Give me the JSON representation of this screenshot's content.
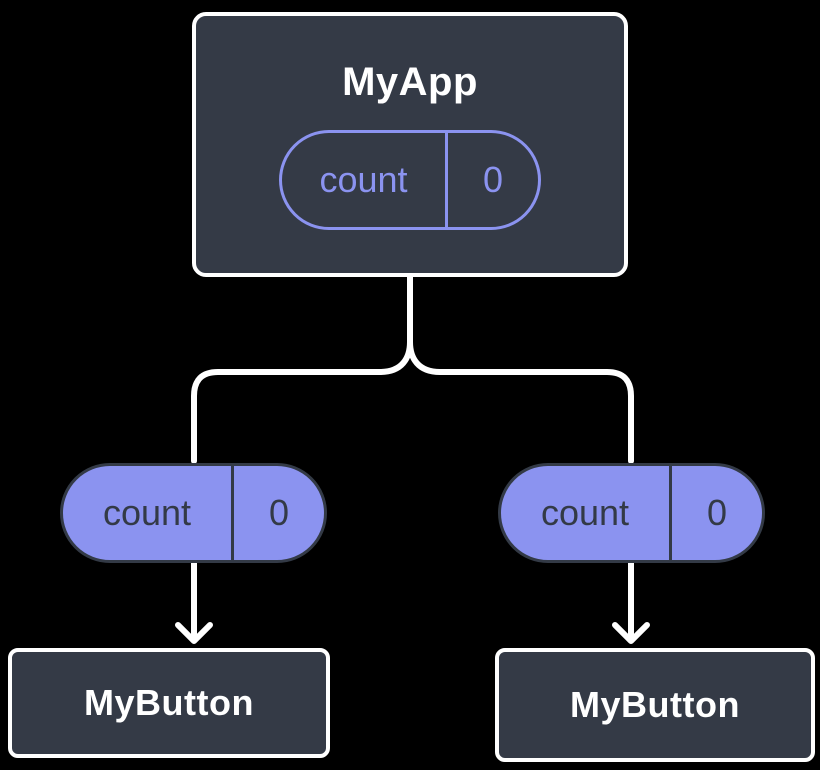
{
  "diagram": {
    "description": "component-tree-state-sharing",
    "root": {
      "label": "MyApp",
      "state": {
        "name": "count",
        "value": "0"
      }
    },
    "props": [
      {
        "name": "count",
        "value": "0"
      },
      {
        "name": "count",
        "value": "0"
      }
    ],
    "children": [
      {
        "label": "MyButton"
      },
      {
        "label": "MyButton"
      }
    ]
  },
  "colors": {
    "background": "#000000",
    "node_fill": "#343a46",
    "node_border": "#ffffff",
    "accent": "#8b93f0",
    "text_on_accent": "#333a46",
    "text_light": "#ffffff",
    "connector": "#ffffff"
  }
}
